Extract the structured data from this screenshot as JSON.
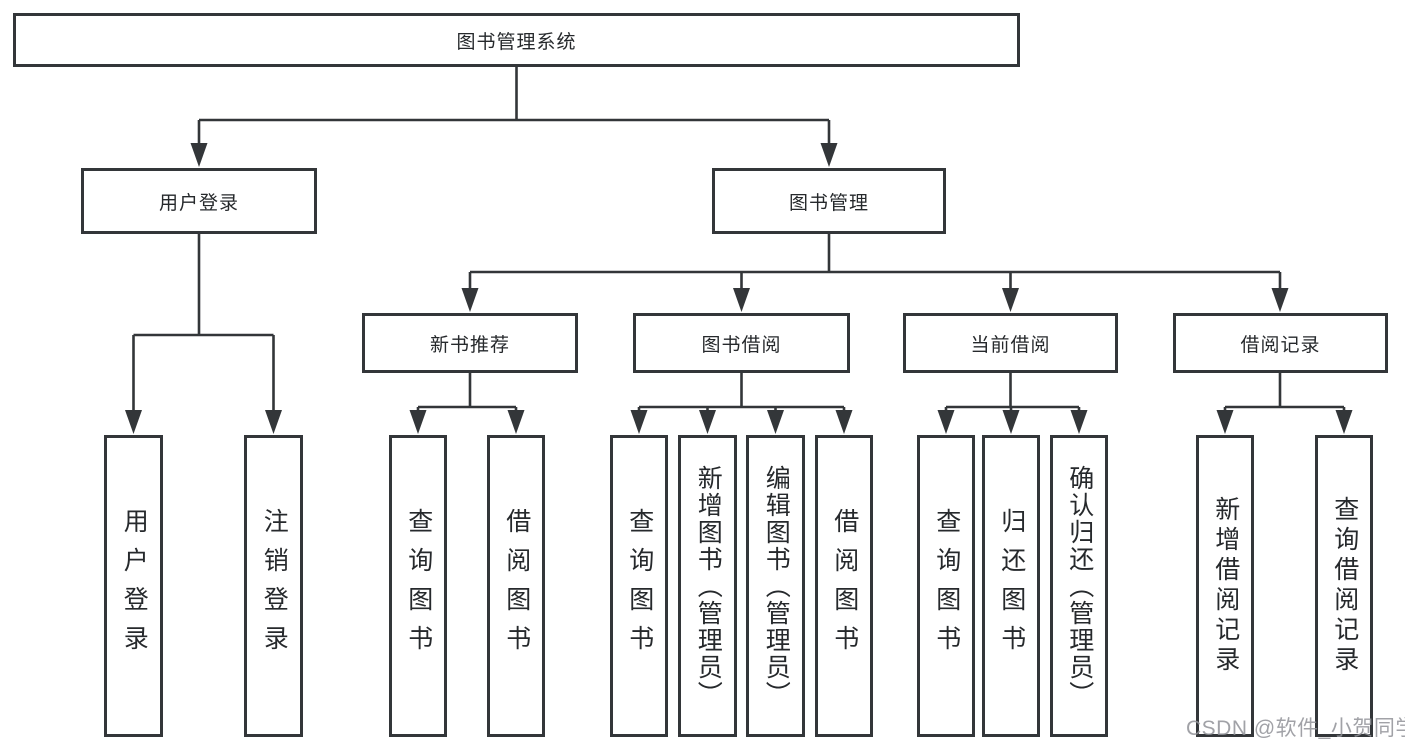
{
  "diagram": {
    "type": "functional-structure-tree",
    "tree": {
      "label": "图书管理系统",
      "children": [
        {
          "label": "用户登录",
          "children": [
            {
              "label": "用户登录"
            },
            {
              "label": "注销登录"
            }
          ]
        },
        {
          "label": "图书管理",
          "children": [
            {
              "label": "新书推荐",
              "children": [
                {
                  "label": "查询图书"
                },
                {
                  "label": "借阅图书"
                }
              ]
            },
            {
              "label": "图书借阅",
              "children": [
                {
                  "label": "查询图书"
                },
                {
                  "label": "新增图书（管理员）"
                },
                {
                  "label": "编辑图书（管理员）"
                },
                {
                  "label": "借阅图书"
                }
              ]
            },
            {
              "label": "当前借阅",
              "children": [
                {
                  "label": "查询图书"
                },
                {
                  "label": "归还图书"
                },
                {
                  "label": "确认归还（管理员）"
                }
              ]
            },
            {
              "label": "借阅记录",
              "children": [
                {
                  "label": "新增借阅记录"
                },
                {
                  "label": "查询借阅记录"
                }
              ]
            }
          ]
        }
      ]
    },
    "colors": {
      "box_border": "#333639",
      "connector_line": "#333639",
      "text": "#26292c",
      "background": "#ffffff",
      "watermark_text_color": "#919298"
    }
  },
  "watermark": {
    "text": "CSDN @软件_小贺同学"
  }
}
